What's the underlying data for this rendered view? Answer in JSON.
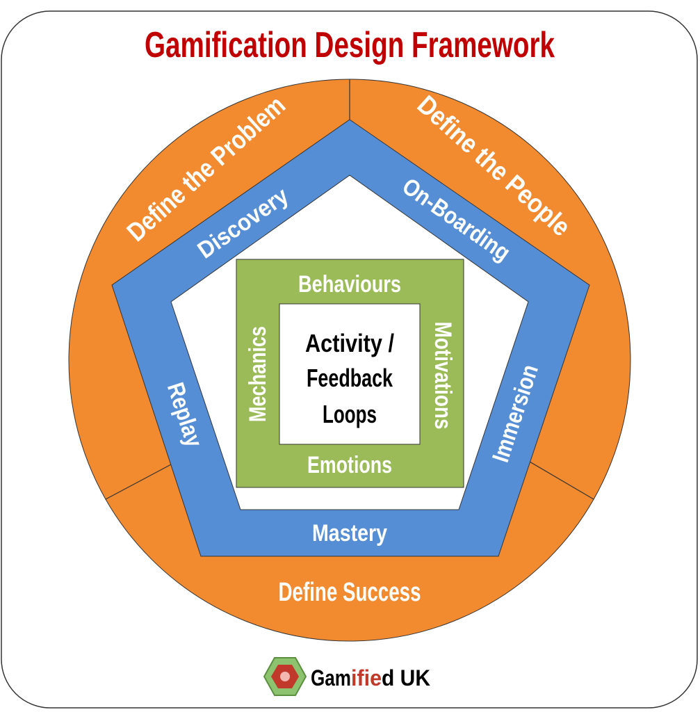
{
  "title": "Gamification Design Framework",
  "outer_ring": {
    "segments": [
      {
        "label": "Define the Problem"
      },
      {
        "label": "Define the People"
      },
      {
        "label": "Define Success"
      }
    ]
  },
  "pentagon": {
    "sides": [
      {
        "label": "Discovery"
      },
      {
        "label": "On-Boarding"
      },
      {
        "label": "Immersion"
      },
      {
        "label": "Mastery"
      },
      {
        "label": "Replay"
      }
    ]
  },
  "square": {
    "top": "Behaviours",
    "right": "Motivations",
    "bottom": "Emotions",
    "left": "Mechanics"
  },
  "core": {
    "line1": "Activity /",
    "line2": "Feedback",
    "line3": "Loops"
  },
  "logo": {
    "part1": "Gam",
    "part2": "ifie",
    "part3": "d UK"
  },
  "colors": {
    "orange": "#f28a30",
    "blue": "#558ed5",
    "green": "#9bbb59",
    "title_red": "#c00000",
    "logo_green": "#8dc26f",
    "logo_red": "#c0392b"
  }
}
